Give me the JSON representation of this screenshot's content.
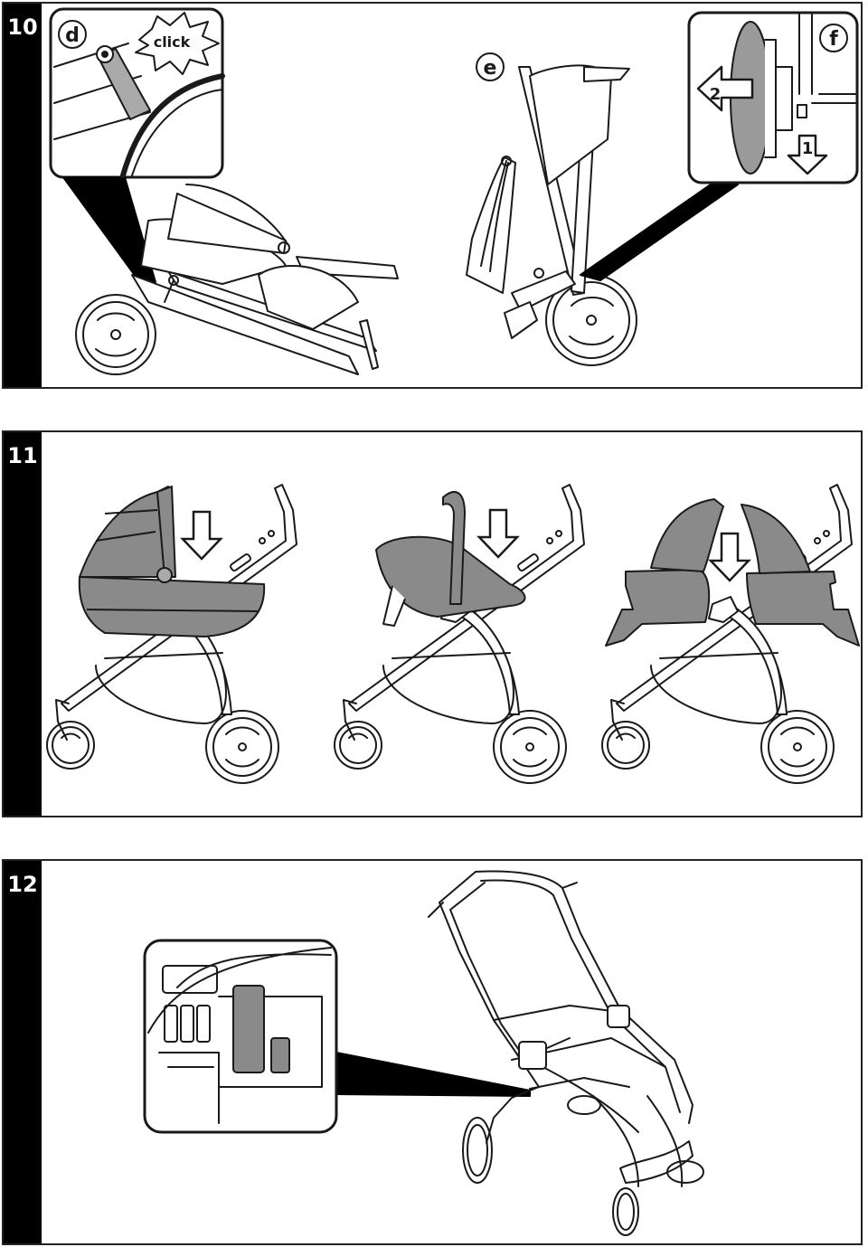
{
  "steps": [
    {
      "number": "10",
      "sub_labels": [
        "d",
        "e",
        "f"
      ],
      "callout_text": "click",
      "arrow_numbers": [
        "2",
        "1"
      ]
    },
    {
      "number": "11"
    },
    {
      "number": "12"
    }
  ],
  "colors": {
    "ink": "#1a1a1a",
    "fill_gray": "#8a8a8a",
    "frame": "#000000"
  }
}
